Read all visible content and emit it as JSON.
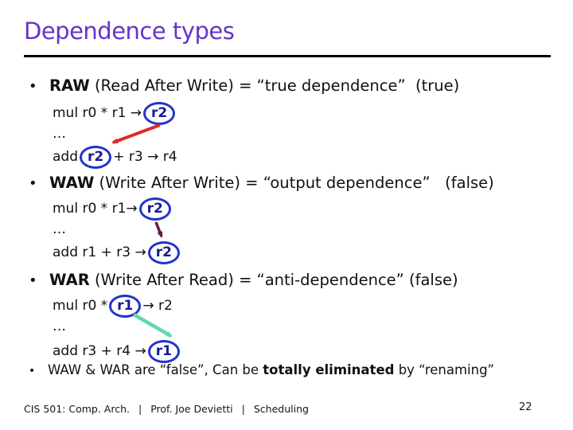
{
  "theme": {
    "title_color": "#6633cc",
    "circle_color": "#2233cc",
    "register_text_color": "#1a1a99",
    "text_color": "#111111"
  },
  "title": "Dependence types",
  "sections": [
    {
      "name": "RAW",
      "term": "RAW",
      "definition": " (Read After Write) = “true dependence”  (true)",
      "arrow_color": "#e02a2a",
      "code": {
        "line1_pre": "mul r0 * r1 →",
        "line1_reg": "r2",
        "line1_post": "",
        "ellipsis": "…",
        "line3_pre": "add",
        "line3_reg": "r2",
        "line3_post": "+ r3 → r4"
      }
    },
    {
      "name": "WAW",
      "term": "WAW",
      "definition": " (Write After Write) = “output dependence”   (false)",
      "arrow_color": "#661a4d",
      "code": {
        "line1_pre": "mul r0 * r1→",
        "line1_reg": "r2",
        "line1_post": "",
        "ellipsis": "…",
        "line3_pre": "add r1 + r3 →",
        "line3_reg": "r2",
        "line3_post": ""
      }
    },
    {
      "name": "WAR",
      "term": "WAR",
      "definition": " (Write After Read) = “anti-dependence” (false)",
      "arrow_color": "#5fd9ae",
      "code": {
        "line1_pre": "mul r0 *",
        "line1_reg": "r1",
        "line1_post": "→ r2",
        "ellipsis": "…",
        "line3_pre": "add r3 + r4 →",
        "line3_reg": "r1",
        "line3_post": ""
      }
    }
  ],
  "final_bullet": {
    "pre": "WAW & WAR are “false”, Can be ",
    "bold": "totally eliminated",
    "post": " by “renaming”"
  },
  "footer": {
    "course": "CIS 501: Comp. Arch.",
    "separator": "|",
    "professor": "Prof. Joe Devietti",
    "topic": "Scheduling",
    "page_number": "22"
  }
}
